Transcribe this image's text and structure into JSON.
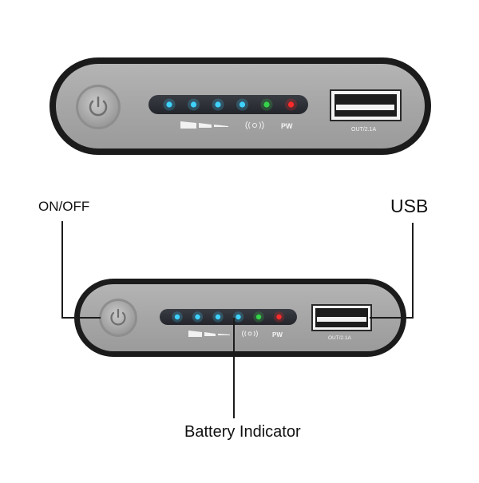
{
  "callouts": {
    "power": "ON/OFF",
    "usb": "USB",
    "battery": "Battery Indicator"
  },
  "device": {
    "pw_label": "PW",
    "output_label": "OUT/2.1A",
    "indicator_leds": [
      {
        "color": "#3fd2ff"
      },
      {
        "color": "#3fd2ff"
      },
      {
        "color": "#3fd2ff"
      },
      {
        "color": "#3fd2ff"
      },
      {
        "color": "#36d34a"
      },
      {
        "color": "#ff2a2a"
      }
    ]
  },
  "colors": {
    "body_gray": "#a9a9a9",
    "frame_black": "#1b1b1b",
    "strip_dark": "#2a2c33",
    "line": "#1c1c1c"
  }
}
